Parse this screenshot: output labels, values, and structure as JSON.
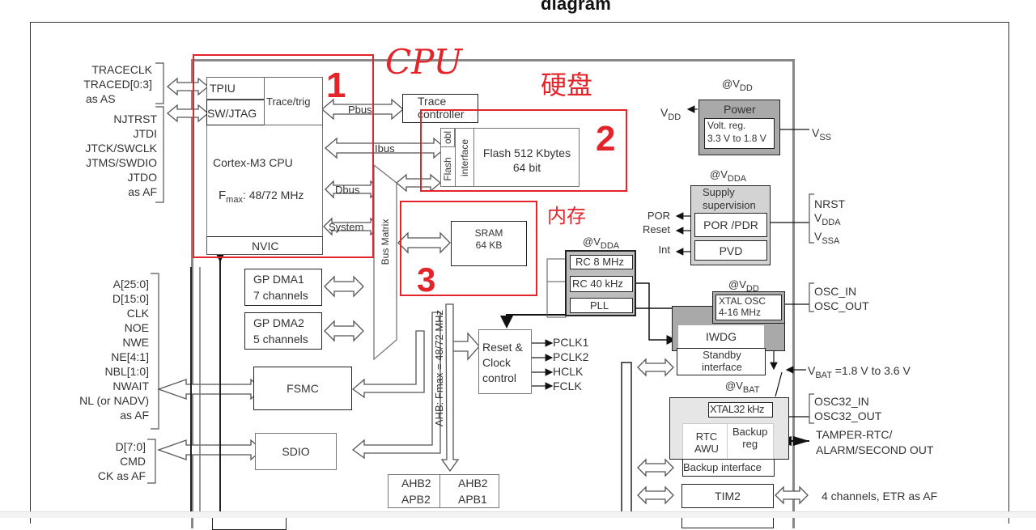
{
  "page": {
    "title": "diagram"
  },
  "annotations": {
    "cpu_label": "CPU",
    "flash_label": "硬盘",
    "sram_label": "内存",
    "region1": "1",
    "region2": "2",
    "region3": "3",
    "accent_color": "#e3242b"
  },
  "left_pins": {
    "trace_group": [
      "TRACECLK",
      "TRACED[0:3]",
      "as AS"
    ],
    "jtag_group": [
      "NJTRST",
      "JTDI",
      "JTCK/SWCLK",
      "JTMS/SWDIO",
      "JTDO",
      "as AF"
    ],
    "fsmc_group": [
      "A[25:0]",
      "D[15:0]",
      "CLK",
      "NOE",
      "NWE",
      "NE[4:1]",
      "NBL[1:0]",
      "NWAIT",
      "NL (or NADV)",
      "as AF"
    ],
    "sdio_group": [
      "D[7:0]",
      "CMD",
      "CK as AF"
    ]
  },
  "cpu": {
    "tpiu": "TPIU",
    "swjtag": "SW/JTAG",
    "trace_trig": "Trace/trig",
    "core": "Cortex-M3 CPU",
    "fmax_prefix": "F",
    "fmax_sub": "max",
    "fmax_value": ": 48/72 MHz",
    "nvic": "NVIC"
  },
  "buses": {
    "pbus": "Pbus",
    "ibus": "Ibus",
    "dbus": "Dbus",
    "system": "System",
    "bus_matrix": "Bus Matrix",
    "ahb": "AHB: Fmax = 48/72 MHz"
  },
  "trace_controller": [
    "Trace",
    "controller"
  ],
  "flash": {
    "obl": "obl",
    "flash_vert": "Flash",
    "interface_vert": "interface",
    "line1": "Flash 512 Kbytes",
    "line2": "64 bit"
  },
  "sram": {
    "line1": "SRAM",
    "line2": "64 KB"
  },
  "dma": [
    {
      "name": "GP DMA1",
      "channels": "7 channels"
    },
    {
      "name": "GP DMA2",
      "channels": "5 channels"
    }
  ],
  "fsmc": "FSMC",
  "sdio": "SDIO",
  "rcc": {
    "lines": [
      "Reset &",
      "Clock",
      "control"
    ],
    "outputs": [
      "PCLK1",
      "PCLK2",
      "HCLK",
      "FCLK"
    ]
  },
  "bridges": {
    "left": [
      "AHB2",
      "APB2"
    ],
    "right": [
      "AHB2",
      "APB1"
    ]
  },
  "power": {
    "domain_prefix": "@V",
    "domain_sub": "DD",
    "title": "Power",
    "reg_line1": "Volt. reg.",
    "reg_line2": "3.3 V to 1.8 V",
    "vdd_prefix": "V",
    "vdd_sub": "DD",
    "vss": "V",
    "vss_sub": "SS"
  },
  "supply": {
    "domain_prefix": "@V",
    "domain_sub": "DDA",
    "title_line1": "Supply",
    "title_line2": "supervision",
    "por_pdr": "POR /PDR",
    "pvd": "PVD",
    "outputs": [
      "POR",
      "Reset",
      "Int"
    ],
    "pins": [
      {
        "prefix": "NRST",
        "sub": ""
      },
      {
        "prefix": "V",
        "sub": "DDA"
      },
      {
        "prefix": "V",
        "sub": "SSA"
      }
    ]
  },
  "oscillators": {
    "domain_prefix": "@V",
    "domain_sub": "DDA",
    "rc8": "RC 8 MHz",
    "rc40": "RC 40 kHz",
    "pll": "PLL"
  },
  "xtal": {
    "domain_prefix": "@V",
    "domain_sub": "DD",
    "line1": "XTAL OSC",
    "line2": "4-16 MHz",
    "pins": [
      "OSC_IN",
      "OSC_OUT"
    ],
    "iwdg": "IWDG",
    "standby_line1": "Standby",
    "standby_line2": "interface"
  },
  "vbat": {
    "prefix": "V",
    "sub": "BAT",
    "range": " =1.8 V to 3.6 V",
    "domain_prefix": "@V",
    "domain_sub": "BAT",
    "xtal32": "XTAL32 kHz",
    "osc32_pins": [
      "OSC32_IN",
      "OSC32_OUT"
    ],
    "rtc_line1": "RTC",
    "rtc_line2": "AWU",
    "backup_reg_line1": "Backup",
    "backup_reg_line2": "reg",
    "backup_interface": "Backup interface",
    "tamper_line1": "TAMPER-RTC/",
    "tamper_line2": "ALARM/SECOND OUT"
  },
  "tim2": {
    "label": "TIM2",
    "pins": "4 channels, ETR as AF"
  }
}
